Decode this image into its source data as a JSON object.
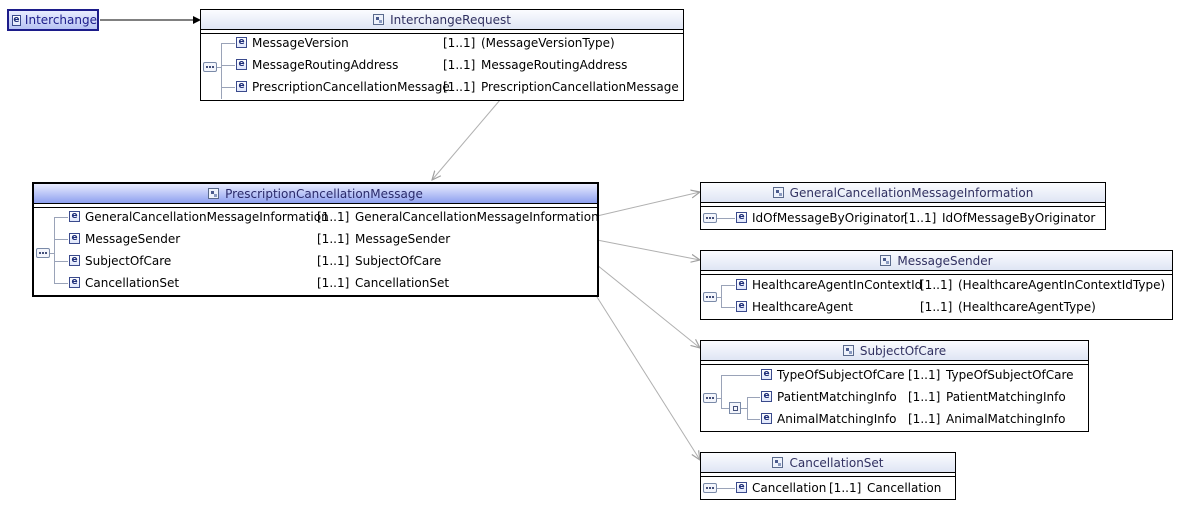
{
  "root": {
    "label": "Interchange"
  },
  "icons": {
    "element": "e"
  },
  "interchange_request": {
    "title": "InterchangeRequest",
    "rows": [
      {
        "name": "MessageVersion",
        "mult": "[1..1]",
        "type": "(MessageVersionType)"
      },
      {
        "name": "MessageRoutingAddress",
        "mult": "[1..1]",
        "type": "MessageRoutingAddress"
      },
      {
        "name": "PrescriptionCancellationMessage",
        "mult": "[1..1]",
        "type": "PrescriptionCancellationMessage"
      }
    ]
  },
  "prescription_cancellation_message": {
    "title": "PrescriptionCancellationMessage",
    "rows": [
      {
        "name": "GeneralCancellationMessageInformation",
        "mult": "[1..1]",
        "type": "GeneralCancellationMessageInformation"
      },
      {
        "name": "MessageSender",
        "mult": "[1..1]",
        "type": "MessageSender"
      },
      {
        "name": "SubjectOfCare",
        "mult": "[1..1]",
        "type": "SubjectOfCare"
      },
      {
        "name": "CancellationSet",
        "mult": "[1..1]",
        "type": "CancellationSet"
      }
    ]
  },
  "general_cancellation_message_information": {
    "title": "GeneralCancellationMessageInformation",
    "rows": [
      {
        "name": "IdOfMessageByOriginator",
        "mult": "[1..1]",
        "type": "IdOfMessageByOriginator"
      }
    ]
  },
  "message_sender": {
    "title": "MessageSender",
    "rows": [
      {
        "name": "HealthcareAgentInContextId",
        "mult": "[1..1]",
        "type": "(HealthcareAgentInContextIdType)"
      },
      {
        "name": "HealthcareAgent",
        "mult": "[1..1]",
        "type": "(HealthcareAgentType)"
      }
    ]
  },
  "subject_of_care": {
    "title": "SubjectOfCare",
    "rows": [
      {
        "name": "TypeOfSubjectOfCare",
        "mult": "[1..1]",
        "type": "TypeOfSubjectOfCare"
      },
      {
        "name": "PatientMatchingInfo",
        "mult": "[1..1]",
        "type": "PatientMatchingInfo"
      },
      {
        "name": "AnimalMatchingInfo",
        "mult": "[1..1]",
        "type": "AnimalMatchingInfo"
      }
    ]
  },
  "cancellation_set": {
    "title": "CancellationSet",
    "rows": [
      {
        "name": "Cancellation",
        "mult": "[1..1]",
        "type": "Cancellation"
      }
    ]
  }
}
